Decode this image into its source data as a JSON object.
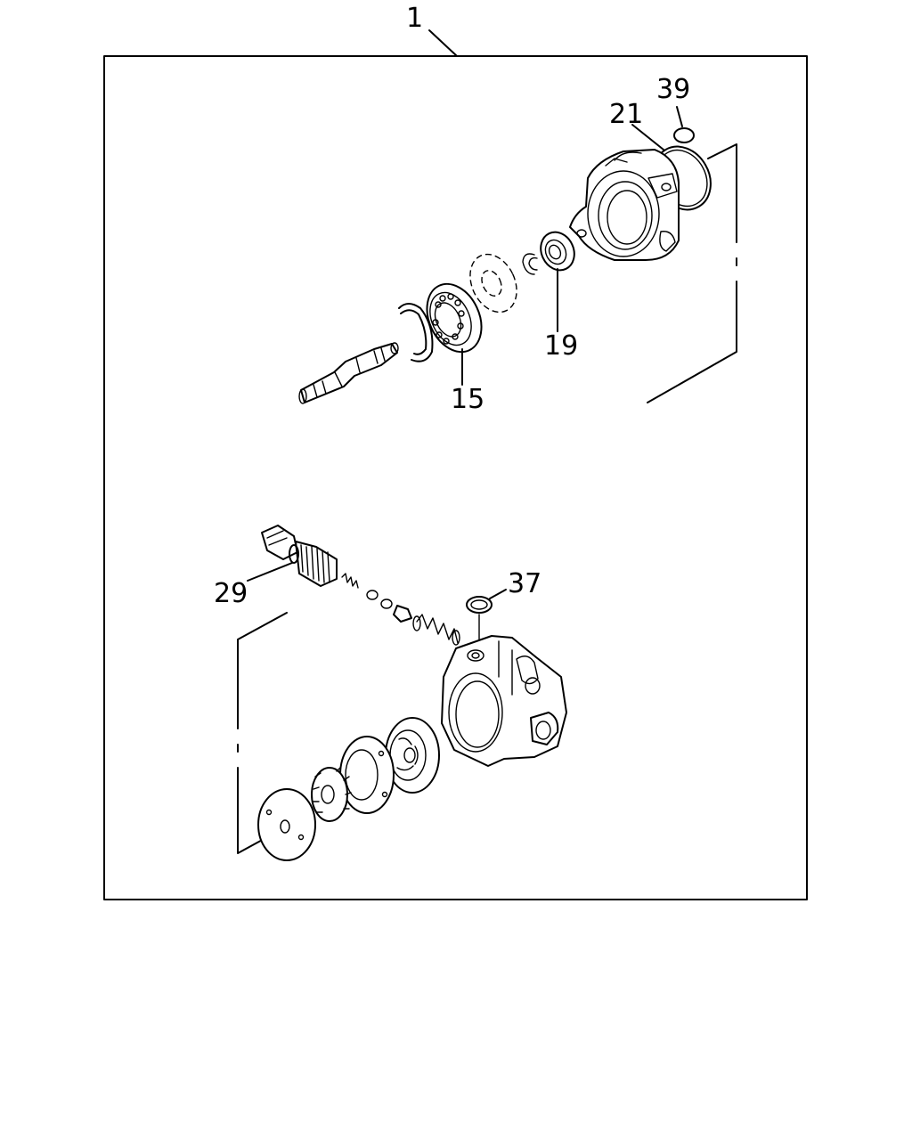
{
  "callouts": {
    "c1": "1",
    "c39": "39",
    "c21": "21",
    "c19": "19",
    "c15": "15",
    "c29": "29",
    "c37": "37"
  },
  "colors": {
    "line": "#000000",
    "background": "#ffffff"
  }
}
